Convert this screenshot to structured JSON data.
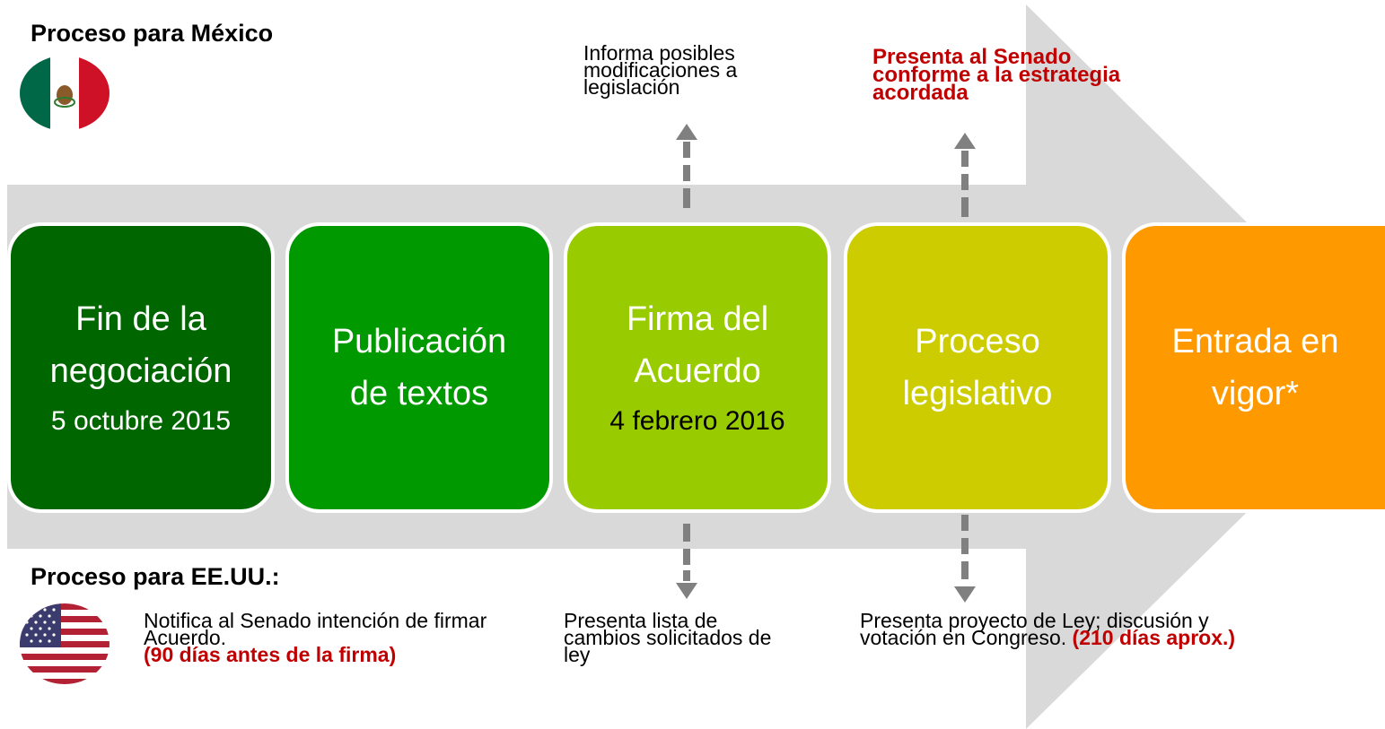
{
  "mexico": {
    "title": "Proceso para México",
    "flag": "mexico-flag-icon",
    "note_left": "Informa posibles modificaciones a legislación",
    "note_right": "Presenta al Senado conforme a la estrategia acordada"
  },
  "usa": {
    "title": "Proceso para EE.UU.:",
    "flag": "usa-flag-icon",
    "notes": [
      {
        "text": "Notifica al   Senado intención de firmar Acuerdo.",
        "emphasis": "(90 días antes de la firma)"
      },
      {
        "text": "Presenta lista de cambios solicitados de ley",
        "emphasis": ""
      },
      {
        "text": "Presenta proyecto de Ley; discusión y votación en Congreso.",
        "emphasis": "(210 días aprox.)"
      }
    ]
  },
  "steps": [
    {
      "title": "Fin de la\nnegociación",
      "date": "5 octubre 2015",
      "color": "#006600"
    },
    {
      "title": "Publicación\nde textos",
      "date": "",
      "color": "#009900"
    },
    {
      "title": "Firma del\nAcuerdo",
      "date": "4 febrero 2016",
      "color": "#99cc00"
    },
    {
      "title": "Proceso\nlegislativo",
      "date": "",
      "color": "#cccc00"
    },
    {
      "title": "Entrada en\nvigor*",
      "date": "",
      "color": "#ff9900"
    }
  ],
  "colors": {
    "arrow": "#d9d9d9",
    "connector": "#808080",
    "emphasis": "#c00000"
  }
}
